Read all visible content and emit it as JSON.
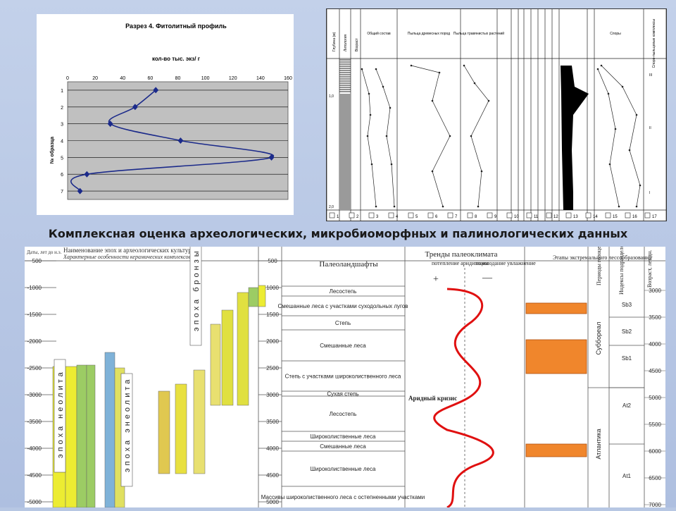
{
  "title": "Комплексная оценка археологических, микробиоморфных и палинологических данных",
  "chart_data": [
    {
      "type": "line",
      "title": "Разрез 4. Фитолитный профиль",
      "xlabel": "кол-во тыс. экз/ г",
      "ylabel": "№ образца",
      "xlim": [
        0,
        160
      ],
      "xticks": [
        "0",
        "20",
        "40",
        "60",
        "80",
        "100",
        "120",
        "140",
        "160"
      ],
      "yticks": [
        "1",
        "2",
        "3",
        "4",
        "5",
        "6",
        "7"
      ],
      "y": [
        1,
        2,
        3,
        4,
        5,
        6,
        7
      ],
      "x": [
        64,
        49,
        31,
        82,
        148,
        14,
        9
      ],
      "color": "#1b2a8a",
      "grid": true
    },
    {
      "type": "other",
      "title": "",
      "column_headers": [
        "Глубина (м)",
        "Литология",
        "Возраст",
        "Общий состав",
        "Пыльца древесных пород",
        "Пыльца травянистых растений",
        "Споры",
        "Споро-пыльцевые комплексы"
      ],
      "depth_labels": [
        "1,0",
        "2,0"
      ],
      "complex_labels": [
        "III",
        "II",
        "I"
      ],
      "legend_numbers": [
        "1",
        "2",
        "3",
        "4",
        "5",
        "6",
        "7",
        "8",
        "9",
        "10",
        "11",
        "12",
        "13",
        "14",
        "15",
        "16",
        "17"
      ]
    },
    {
      "type": "table",
      "left_header": "Даты, лет до н.э.",
      "left_title_line1": "Наименование эпох и археологических культур.",
      "left_title_line2": "Характерные особенности керамических комплексов",
      "time_ticks": [
        "500",
        "1000",
        "1500",
        "2000",
        "2500",
        "3000",
        "3500",
        "4000",
        "4500",
        "5000"
      ],
      "epochs": [
        "эпоха неолита",
        "эпоха энеолита",
        "эпоха бронзы"
      ],
      "landscape_header": "Палеоландшафты",
      "landscapes": [
        "Лесостепь",
        "Смешанные леса с участками суходольных лугов",
        "Степь",
        "Смешанные леса",
        "Степь с участками широколиственного леса",
        "Сухая степь",
        "Лесостепь",
        "Широколиственные леса",
        "Смешанные леса",
        "Широколиственные леса",
        "Массивы широколиственного леса с остепненными участками"
      ],
      "trend_header": "Тренды палеоклимата",
      "trend_left": "потепление аридизация",
      "trend_right": "похолодание увлажнение",
      "trend_plus": "+",
      "trend_minus": "—",
      "crisis_label": "Аридный кризис",
      "soil_header": "Этапы экстремального лессообразования",
      "period_header": "Периоды голоцена",
      "periods": [
        "Суббореал",
        "Атлантика"
      ],
      "index_header": "Индексы подразделе-ний голоцена",
      "indices": [
        "Sb3",
        "Sb2",
        "Sb1",
        "At2",
        "At1"
      ],
      "age_header": "Возраст, лет.дн.",
      "age_ticks": [
        "3000",
        "3500",
        "4000",
        "4500",
        "5000",
        "5500",
        "6000",
        "6500",
        "7000"
      ]
    }
  ]
}
